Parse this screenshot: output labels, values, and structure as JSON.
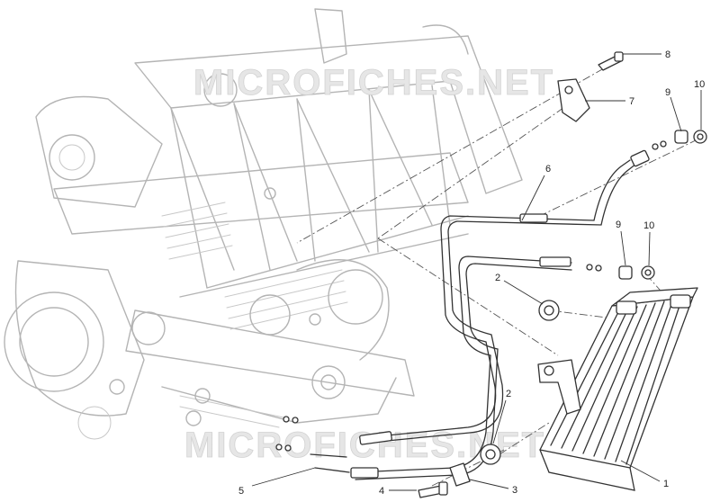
{
  "watermarks": [
    "MICROFICHES.NET",
    "MICROFICHES.NET"
  ],
  "callouts": [
    {
      "id": "c1",
      "label": "1"
    },
    {
      "id": "c2a",
      "label": "2"
    },
    {
      "id": "c2b",
      "label": "2"
    },
    {
      "id": "c3",
      "label": "3"
    },
    {
      "id": "c4",
      "label": "4"
    },
    {
      "id": "c5",
      "label": "5"
    },
    {
      "id": "c6",
      "label": "6"
    },
    {
      "id": "c7",
      "label": "7"
    },
    {
      "id": "c8",
      "label": "8"
    },
    {
      "id": "c9a",
      "label": "9"
    },
    {
      "id": "c9b",
      "label": "9"
    },
    {
      "id": "c10a",
      "label": "10"
    },
    {
      "id": "c10b",
      "label": "10"
    }
  ],
  "colors": {
    "line": "#333333",
    "ghost": "#b4b4b4",
    "watermark": "#e6e6e6"
  }
}
